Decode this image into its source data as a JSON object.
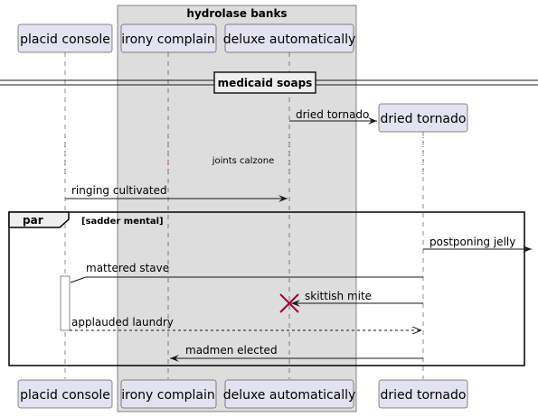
{
  "box": {
    "title": "hydrolase banks"
  },
  "participants": [
    {
      "id": "placid",
      "label": "placid console"
    },
    {
      "id": "irony",
      "label": "irony complain"
    },
    {
      "id": "deluxe",
      "label": "deluxe automatically"
    },
    {
      "id": "dried",
      "label": "dried tornado"
    }
  ],
  "divider": {
    "label": "medicaid soaps"
  },
  "delay": {
    "label": "joints calzone"
  },
  "fragment": {
    "keyword": "par",
    "condition": "[sadder mental]"
  },
  "messages": {
    "m1": "dried tornado",
    "m2": "ringing cultivated",
    "m3": "postponing jelly",
    "m4": "mattered stave",
    "m5": "skittish mite",
    "m6": "applauded laundry",
    "m7": "madmen elected"
  },
  "colors": {
    "participant_fill": "#E2E2F0",
    "participant_stroke": "#181818",
    "box_fill": "#DDDDDD",
    "destroy_mark": "#A80036",
    "lifeline": "#181818"
  }
}
